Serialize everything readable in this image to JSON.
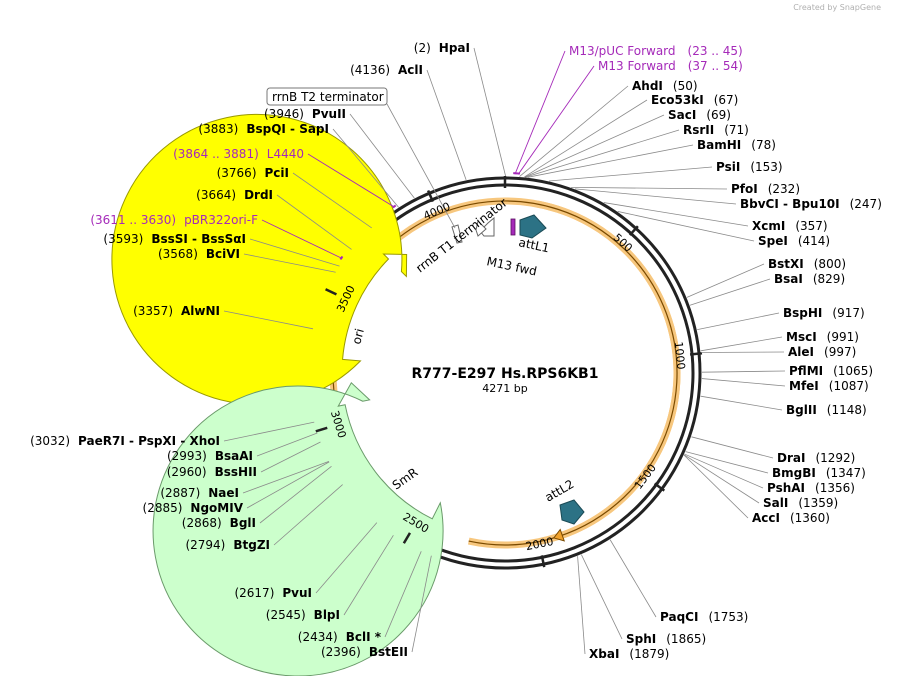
{
  "credit": "Created by SnapGene",
  "plasmid": {
    "name": "R777-E297 Hs.RPS6KB1",
    "size_label": "4271 bp",
    "length": 4271
  },
  "colors": {
    "backbone": "#222222",
    "orange_feature": "#f0a22e",
    "ori": "#ffff00",
    "smr": "#ccffcc",
    "att": "#2c7285",
    "primer": "#a52ab9"
  },
  "ticks": [
    {
      "bp": 500,
      "label": "500"
    },
    {
      "bp": 1000,
      "label": "1000"
    },
    {
      "bp": 1500,
      "label": "1500"
    },
    {
      "bp": 2000,
      "label": "2000"
    },
    {
      "bp": 2500,
      "label": "2500"
    },
    {
      "bp": 3000,
      "label": "3000"
    },
    {
      "bp": 3500,
      "label": "3500"
    },
    {
      "bp": 4000,
      "label": "4000"
    }
  ],
  "sites": [
    {
      "name": "HpaI",
      "pos": "(2)",
      "bp": 2
    },
    {
      "name": "AhdI",
      "pos": "(50)",
      "bp": 50
    },
    {
      "name": "Eco53kI",
      "pos": "(67)",
      "bp": 67
    },
    {
      "name": "SacI",
      "pos": "(69)",
      "bp": 69
    },
    {
      "name": "RsrII",
      "pos": "(71)",
      "bp": 71
    },
    {
      "name": "BamHI",
      "pos": "(78)",
      "bp": 78
    },
    {
      "name": "PsiI",
      "pos": "(153)",
      "bp": 153
    },
    {
      "name": "PfoI",
      "pos": "(232)",
      "bp": 232
    },
    {
      "name": "BbvCI - Bpu10I",
      "pos": "(247)",
      "bp": 247
    },
    {
      "name": "XcmI",
      "pos": "(357)",
      "bp": 357
    },
    {
      "name": "SpeI",
      "pos": "(414)",
      "bp": 414
    },
    {
      "name": "BstXI",
      "pos": "(800)",
      "bp": 800
    },
    {
      "name": "BsaI",
      "pos": "(829)",
      "bp": 829
    },
    {
      "name": "BspHI",
      "pos": "(917)",
      "bp": 917
    },
    {
      "name": "MscI",
      "pos": "(991)",
      "bp": 991
    },
    {
      "name": "AleI",
      "pos": "(997)",
      "bp": 997
    },
    {
      "name": "PflMI",
      "pos": "(1065)",
      "bp": 1065
    },
    {
      "name": "MfeI",
      "pos": "(1087)",
      "bp": 1087
    },
    {
      "name": "BglII",
      "pos": "(1148)",
      "bp": 1148
    },
    {
      "name": "DraI",
      "pos": "(1292)",
      "bp": 1292
    },
    {
      "name": "BmgBI",
      "pos": "(1347)",
      "bp": 1347
    },
    {
      "name": "PshAI",
      "pos": "(1356)",
      "bp": 1356
    },
    {
      "name": "SalI",
      "pos": "(1359)",
      "bp": 1359
    },
    {
      "name": "AccI",
      "pos": "(1360)",
      "bp": 1360
    },
    {
      "name": "PaqCI",
      "pos": "(1753)",
      "bp": 1753
    },
    {
      "name": "SphI",
      "pos": "(1865)",
      "bp": 1865
    },
    {
      "name": "XbaI",
      "pos": "(1879)",
      "bp": 1879
    },
    {
      "name": "BstEII",
      "pos": "(2396)",
      "bp": 2396
    },
    {
      "name": "BclI *",
      "pos": "(2434)",
      "bp": 2434
    },
    {
      "name": "BlpI",
      "pos": "(2545)",
      "bp": 2545
    },
    {
      "name": "PvuI",
      "pos": "(2617)",
      "bp": 2617
    },
    {
      "name": "BtgZI",
      "pos": "(2794)",
      "bp": 2794
    },
    {
      "name": "BglI",
      "pos": "(2868)",
      "bp": 2868
    },
    {
      "name": "NgoMIV",
      "pos": "(2885)",
      "bp": 2885
    },
    {
      "name": "NaeI",
      "pos": "(2887)",
      "bp": 2887
    },
    {
      "name": "BssHII",
      "pos": "(2960)",
      "bp": 2960
    },
    {
      "name": "BsaAI",
      "pos": "(2993)",
      "bp": 2993
    },
    {
      "name": "PaeR7I - PspXI - XhoI",
      "pos": "(3032)",
      "bp": 3032
    },
    {
      "name": "AlwNI",
      "pos": "(3357)",
      "bp": 3357
    },
    {
      "name": "BciVI",
      "pos": "(3568)",
      "bp": 3568
    },
    {
      "name": "BssSI - BssSαI",
      "pos": "(3593)",
      "bp": 3593
    },
    {
      "name": "DrdI",
      "pos": "(3664)",
      "bp": 3664
    },
    {
      "name": "PciI",
      "pos": "(3766)",
      "bp": 3766
    },
    {
      "name": "BspQI - SapI",
      "pos": "(3883)",
      "bp": 3883
    },
    {
      "name": "PvuII",
      "pos": "(3946)",
      "bp": 3946
    },
    {
      "name": "AclI",
      "pos": "(4136)",
      "bp": 4136
    }
  ],
  "primers": [
    {
      "name": "M13/pUC Forward",
      "range": "(23 .. 45)",
      "bp": 34
    },
    {
      "name": "M13 Forward",
      "range": "(37 .. 54)",
      "bp": 45
    },
    {
      "name": "L4440",
      "range": "(3864 .. 3881)",
      "bp": 3872
    },
    {
      "name": "pBR322ori-F",
      "range": "(3611 .. 3630)",
      "bp": 3620
    }
  ],
  "features": {
    "rrnB_T2": "rrnB T2 terminator",
    "rrnB_T1": "rrnB T1 terminator",
    "attL1": "attL1",
    "m13fwd": "M13 fwd",
    "attL2": "attL2",
    "ori": "ori",
    "smr": "SmR"
  }
}
